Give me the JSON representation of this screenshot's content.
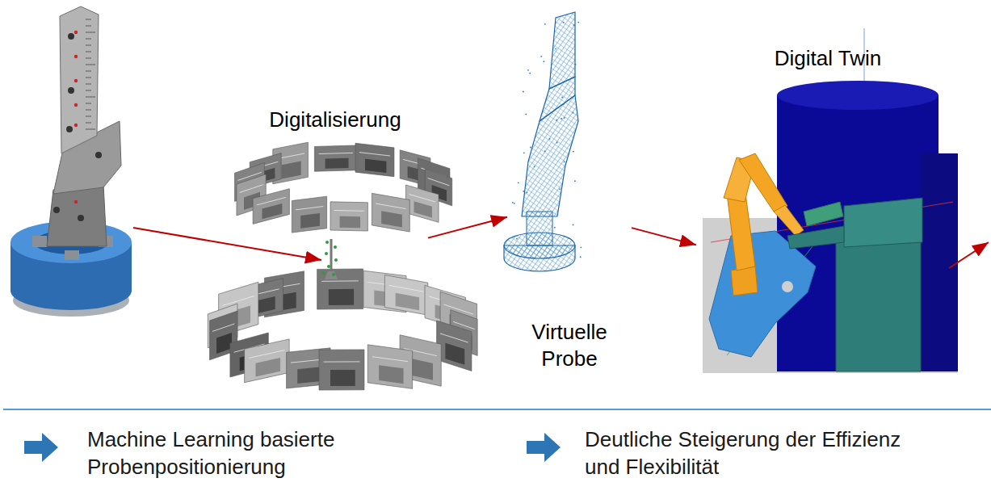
{
  "diagram": {
    "nodes": [
      {
        "text": [
          "Digitalisierung"
        ]
      },
      {
        "text": [
          "Virtuelle Probe"
        ]
      },
      {
        "text": [
          "Digital Twin"
        ]
      }
    ],
    "edges": [
      {
        "from": 0,
        "to": 1,
        "arrow": "to"
      },
      {
        "from": 1,
        "to": 2,
        "arrow": "to"
      }
    ],
    "labels": [
      "Machine Learning basierte Probenpositionierung",
      "Deutliche Steigerung der Effizienz und Flexibilität"
    ]
  }
}
